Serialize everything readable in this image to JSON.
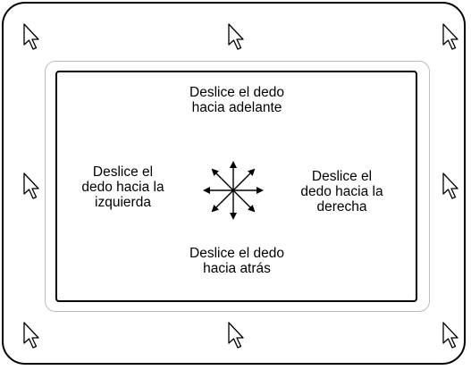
{
  "labels": {
    "forward": "Deslice el dedo\nhacia adelante",
    "left": "Deslice el\ndedo hacia la\nizquierda",
    "right": "Deslice el\ndedo hacia la\nderecha",
    "back": "Deslice el dedo\nhacia atrás"
  },
  "icons": {
    "cursor": "mouse-pointer-icon",
    "center": "eight-direction-arrows-icon"
  }
}
